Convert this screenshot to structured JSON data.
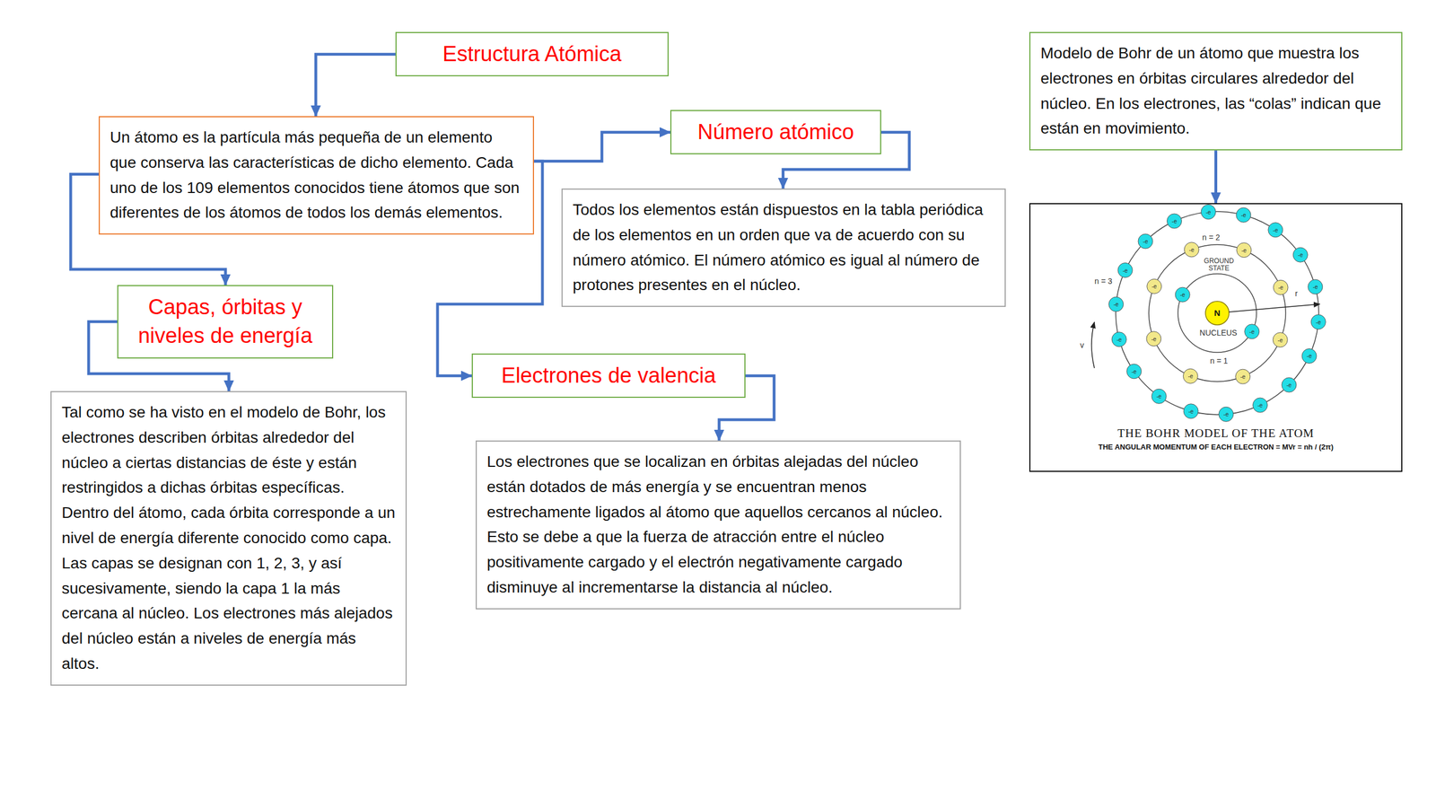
{
  "diagram": {
    "nodes": [
      {
        "text": [
          "Estructura Atómica"
        ]
      },
      {
        "text": [
          "Un átomo es la partícula más pequeña de un elemento que conserva las características de dicho elemento. Cada uno de los 109 elementos conocidos tiene átomos que son diferentes de los átomos de todos los demás elementos."
        ]
      },
      {
        "text": [
          "Número atómico"
        ]
      },
      {
        "text": [
          "Todos los elementos están dispuestos en la tabla periódica de los elementos en un orden que va de acuerdo con su número atómico. El número atómico es igual al número de protones presentes en el núcleo."
        ]
      },
      {
        "text": [
          "Capas, órbitas y niveles de energía"
        ]
      },
      {
        "text": [
          "Tal como se ha visto en el modelo de Bohr, los electrones describen órbitas alrededor del núcleo a ciertas distancias de éste y están restringidos a dichas órbitas específicas. Dentro del átomo, cada órbita corresponde a un nivel de energía diferente conocido como capa. Las capas se designan con 1, 2, 3, y así sucesivamente, siendo la capa 1 la más cercana al núcleo. Los electrones más alejados del núcleo están a niveles de energía más altos."
        ]
      },
      {
        "text": [
          "Electrones de valencia"
        ]
      },
      {
        "text": [
          "Los electrones que se localizan en órbitas alejadas del núcleo están dotados de más energía y se encuentran menos estrechamente ligados al átomo que aquellos cercanos al núcleo. Esto se debe a que la fuerza de atracción entre el núcleo positivamente cargado y el electrón negativamente cargado disminuye al incrementarse la distancia al núcleo."
        ]
      },
      {
        "text": [
          "Modelo de Bohr de un átomo que muestra los electrones en órbitas circulares alrededor del núcleo. En los electrones, las “colas” indican que están en movimiento."
        ]
      },
      {
        "text": [
          "THE BOHR MODEL OF THE ATOM",
          "THE ANGULAR MOMENTUM OF EACH ELECTRON = MVr = nh / (2π)"
        ]
      }
    ],
    "edges": [
      {
        "from": 0,
        "to": 1,
        "arrow": "to"
      },
      {
        "from": 1,
        "to": 2,
        "arrow": "to"
      },
      {
        "from": 2,
        "to": 3,
        "arrow": "to"
      },
      {
        "from": 1,
        "to": 4,
        "arrow": "to"
      },
      {
        "from": 4,
        "to": 5,
        "arrow": "to"
      },
      {
        "from": 1,
        "to": 6,
        "arrow": "to"
      },
      {
        "from": 6,
        "to": 7,
        "arrow": "to"
      },
      {
        "from": 8,
        "to": 9,
        "arrow": "to"
      }
    ],
    "labels": [
      "n = 2",
      "GROUND STATE",
      "n = 3",
      "NUCLEUS",
      "n = 1",
      "N",
      "r",
      "v",
      "-e",
      "-e",
      "-e",
      "-e",
      "-e",
      "-e",
      "-e",
      "-e",
      "-e",
      "-e",
      "-e",
      "-e",
      "-e",
      "-e",
      "-e",
      "-e",
      "-e",
      "-e",
      "-e",
      "-e",
      "-e",
      "-e",
      "-e",
      "-e",
      "-e",
      "-e",
      "-e",
      "-e"
    ]
  }
}
